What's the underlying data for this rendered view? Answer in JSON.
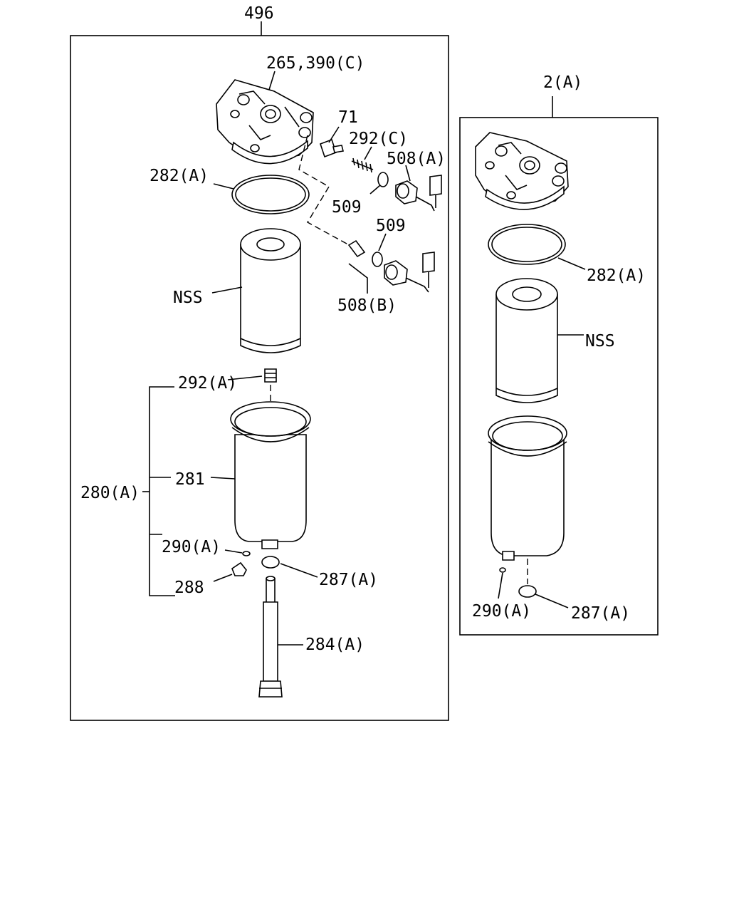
{
  "labels": {
    "assembly_main": "496",
    "assembly_alt": "2(A)",
    "head_main": "265,390(C)",
    "p71": "71",
    "p292c": "292(C)",
    "p508a": "508(A)",
    "p509_top": "509",
    "p509_mid": "509",
    "p508b": "508(B)",
    "p282a_main": "282(A)",
    "nss_main": "NSS",
    "p292a": "292(A)",
    "p281": "281",
    "p280a": "280(A)",
    "p290a_main": "290(A)",
    "p287a_main": "287(A)",
    "p288": "288",
    "p284a": "284(A)",
    "p282a_alt": "282(A)",
    "nss_alt": "NSS",
    "p290a_alt": "290(A)",
    "p287a_alt": "287(A)"
  }
}
